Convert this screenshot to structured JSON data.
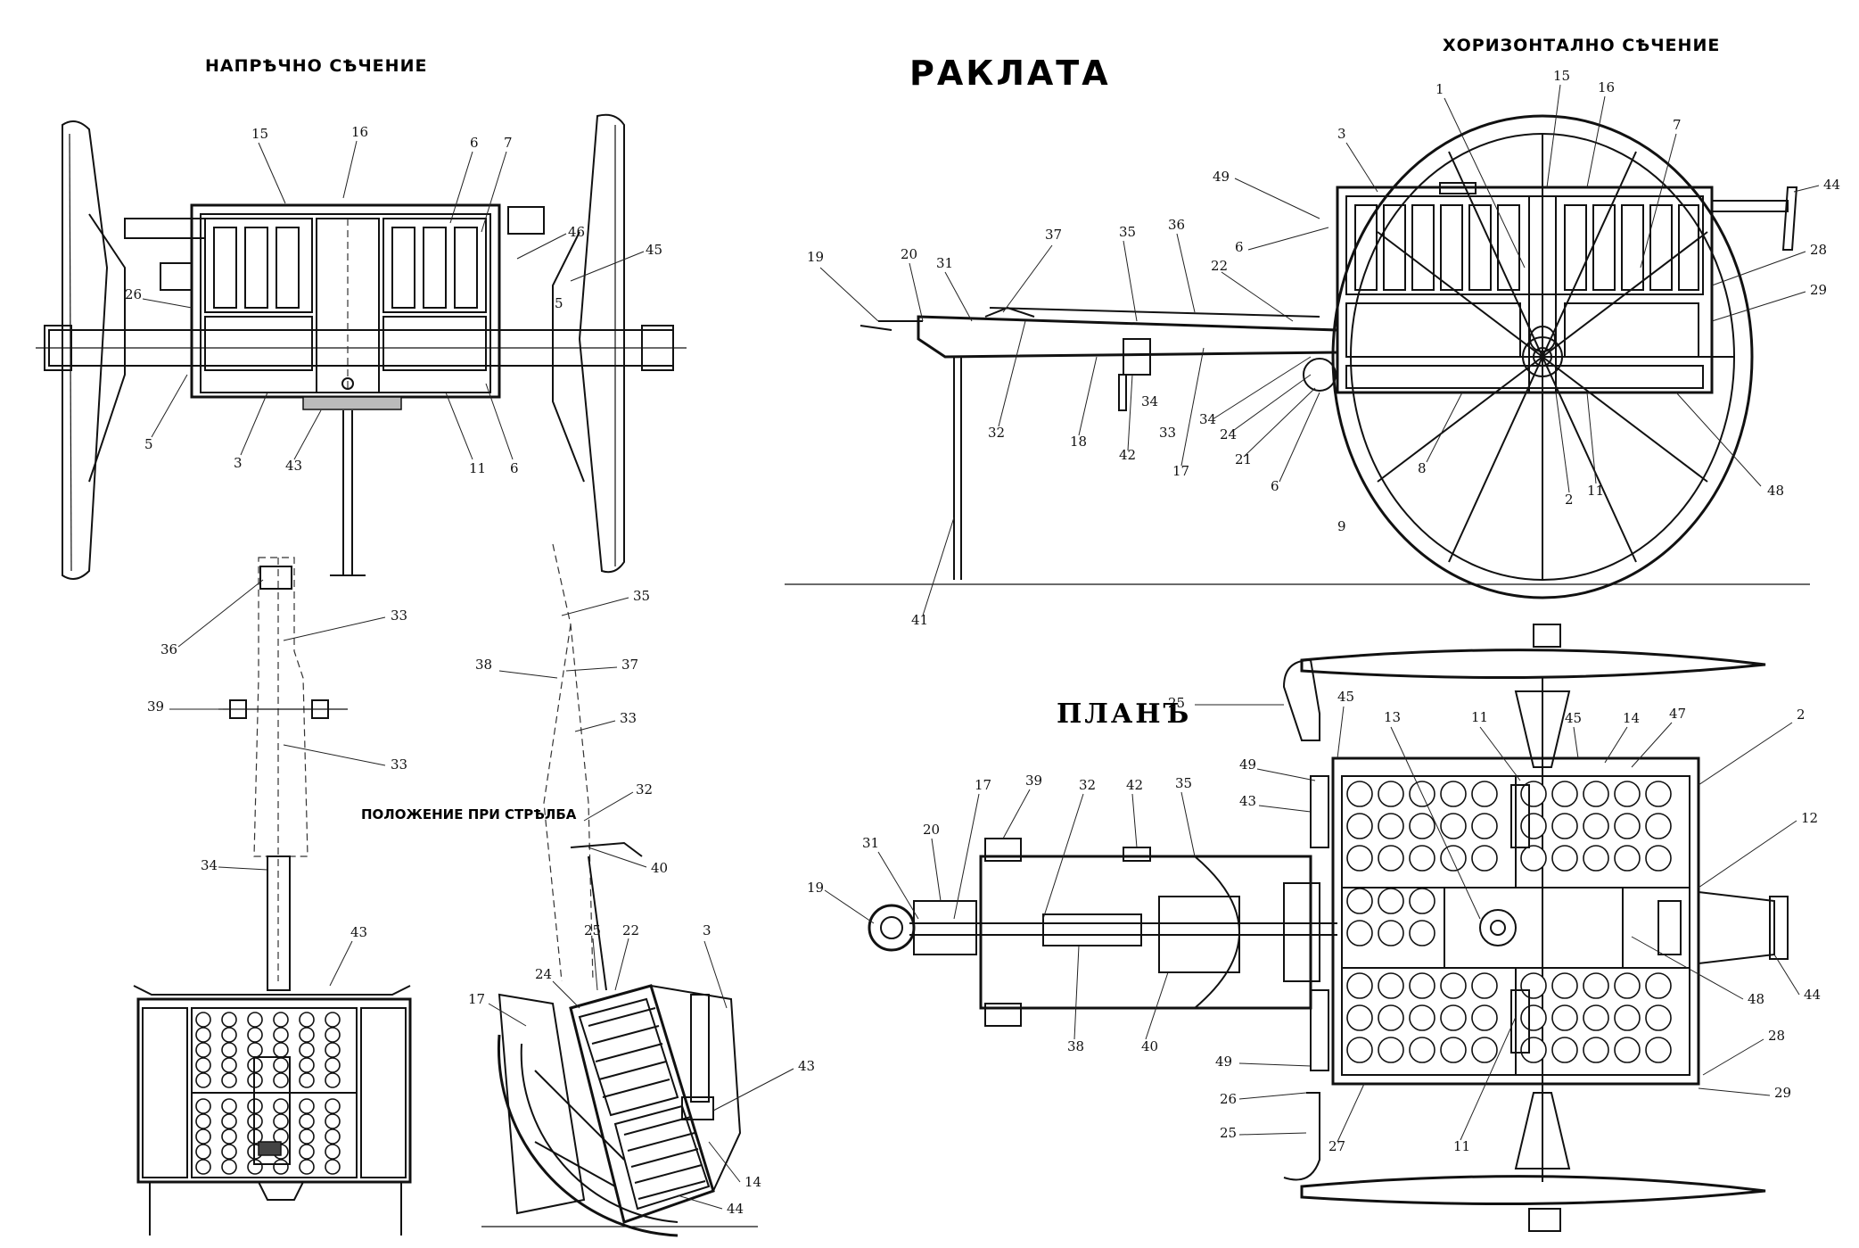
{
  "titles": {
    "cross_section": "НАПРѢЧНО СѢЧЕНИЕ",
    "main": "РАКЛАТА",
    "horizontal_section": "ХОРИЗОНТАЛНО СѢЧЕНИЕ",
    "plan": "ПЛАНЪ",
    "firing_position": "ПОЛОЖЕНИЕ ПРИ СТРѢЛБА"
  },
  "callouts": {
    "cross_section": [
      "15",
      "16",
      "6",
      "7",
      "46",
      "45",
      "5",
      "26",
      "5",
      "3",
      "43",
      "11",
      "6"
    ],
    "side_view": [
      "1",
      "15",
      "16",
      "3",
      "7",
      "44",
      "49",
      "28",
      "29",
      "6",
      "37",
      "35",
      "36",
      "22",
      "19",
      "20",
      "31",
      "32",
      "18",
      "42",
      "34",
      "33",
      "34",
      "17",
      "24",
      "21",
      "6",
      "8",
      "2",
      "11",
      "48",
      "9",
      "41"
    ],
    "firing_position": [
      "36",
      "33",
      "39",
      "33",
      "34",
      "43",
      "35",
      "38",
      "37",
      "33",
      "32",
      "40",
      "25",
      "22",
      "3",
      "24",
      "17",
      "43",
      "14",
      "44"
    ],
    "plan": [
      "25",
      "45",
      "45",
      "14",
      "47",
      "2",
      "13",
      "11",
      "49",
      "43",
      "39",
      "42",
      "35",
      "32",
      "17",
      "20",
      "31",
      "19",
      "12",
      "48",
      "44",
      "38",
      "40",
      "49",
      "28",
      "26",
      "29",
      "27",
      "11",
      "25"
    ]
  },
  "colors": {
    "ink": "#111111",
    "paper": "#ffffff",
    "shade": "#bbbbbb"
  }
}
